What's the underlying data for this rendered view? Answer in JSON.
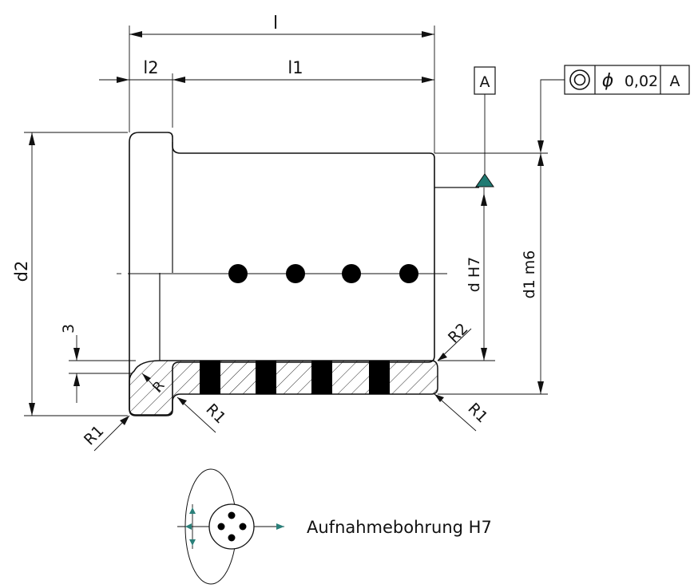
{
  "dimensions": {
    "overall_length": "l",
    "flange_length": "l2",
    "body_length": "l1",
    "flange_diameter": "d2",
    "inner_diameter": "d H7",
    "outer_diameter": "d1 m6",
    "depth": "3"
  },
  "radii": {
    "inner_edge": "R",
    "flange_outer": "R1",
    "flange_inner": "R1",
    "body_end_outer": "R1",
    "body_end_inner": "R2"
  },
  "datum": {
    "letter": "A"
  },
  "tolerance_frame": {
    "symbol": "concentricity",
    "diameter_sign": "ϕ",
    "value": "0,02",
    "datum": "A"
  },
  "colors": {
    "line": "#111111",
    "datum_triangle": "#1f7a72",
    "lubricant_plug": "#000000",
    "arrow_teal": "#2a7f79"
  },
  "footnote": {
    "label": "Aufnahmebohrung H7"
  }
}
